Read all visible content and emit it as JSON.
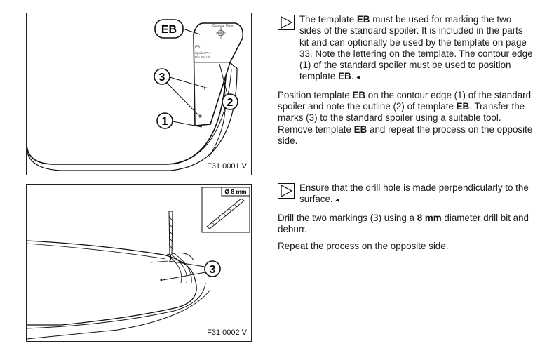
{
  "figures": [
    {
      "id": "F31 0001 V",
      "template_label": "EB",
      "template_text": [
        "Contour Front",
        "F31",
        "Spoiler PH",
        "Nip Bar Lit"
      ],
      "callouts": [
        "3",
        "2",
        "1"
      ]
    },
    {
      "id": "F31 0002 V",
      "drill_label": "Ø 8 mm",
      "callouts": [
        "3"
      ]
    }
  ],
  "section1": {
    "note": [
      {
        "t": "The template "
      },
      {
        "t": "EB",
        "b": true
      },
      {
        "t": " must be used for marking the two sides of the standard spoiler. It is included in the parts kit and can optionally be used by the template on page 33. Note the lettering on the template. The contour edge (1) of the standard spoiler must be used to position template "
      },
      {
        "t": "EB",
        "b": true
      },
      {
        "t": ". "
      },
      {
        "t": "◂",
        "end": true
      }
    ],
    "para": [
      {
        "t": "Position template "
      },
      {
        "t": "EB",
        "b": true
      },
      {
        "t": " on the contour edge (1) of the standard spoiler and note the outline (2) of template "
      },
      {
        "t": "EB",
        "b": true
      },
      {
        "t": ". Transfer the marks (3) to the standard spoiler using a suit­able tool. Remove template "
      },
      {
        "t": "EB",
        "b": true
      },
      {
        "t": " and repeat the process on the opposite side."
      }
    ]
  },
  "section2": {
    "note": [
      {
        "t": "Ensure that the drill hole is made perpendicularly to the surface. "
      },
      {
        "t": "◂",
        "end": true
      }
    ],
    "para1": [
      {
        "t": "Drill the two markings (3) using a "
      },
      {
        "t": "8 mm",
        "b": true
      },
      {
        "t": " diameter drill bit and deburr."
      }
    ],
    "para2": [
      {
        "t": "Repeat the process on the opposite side."
      }
    ]
  }
}
